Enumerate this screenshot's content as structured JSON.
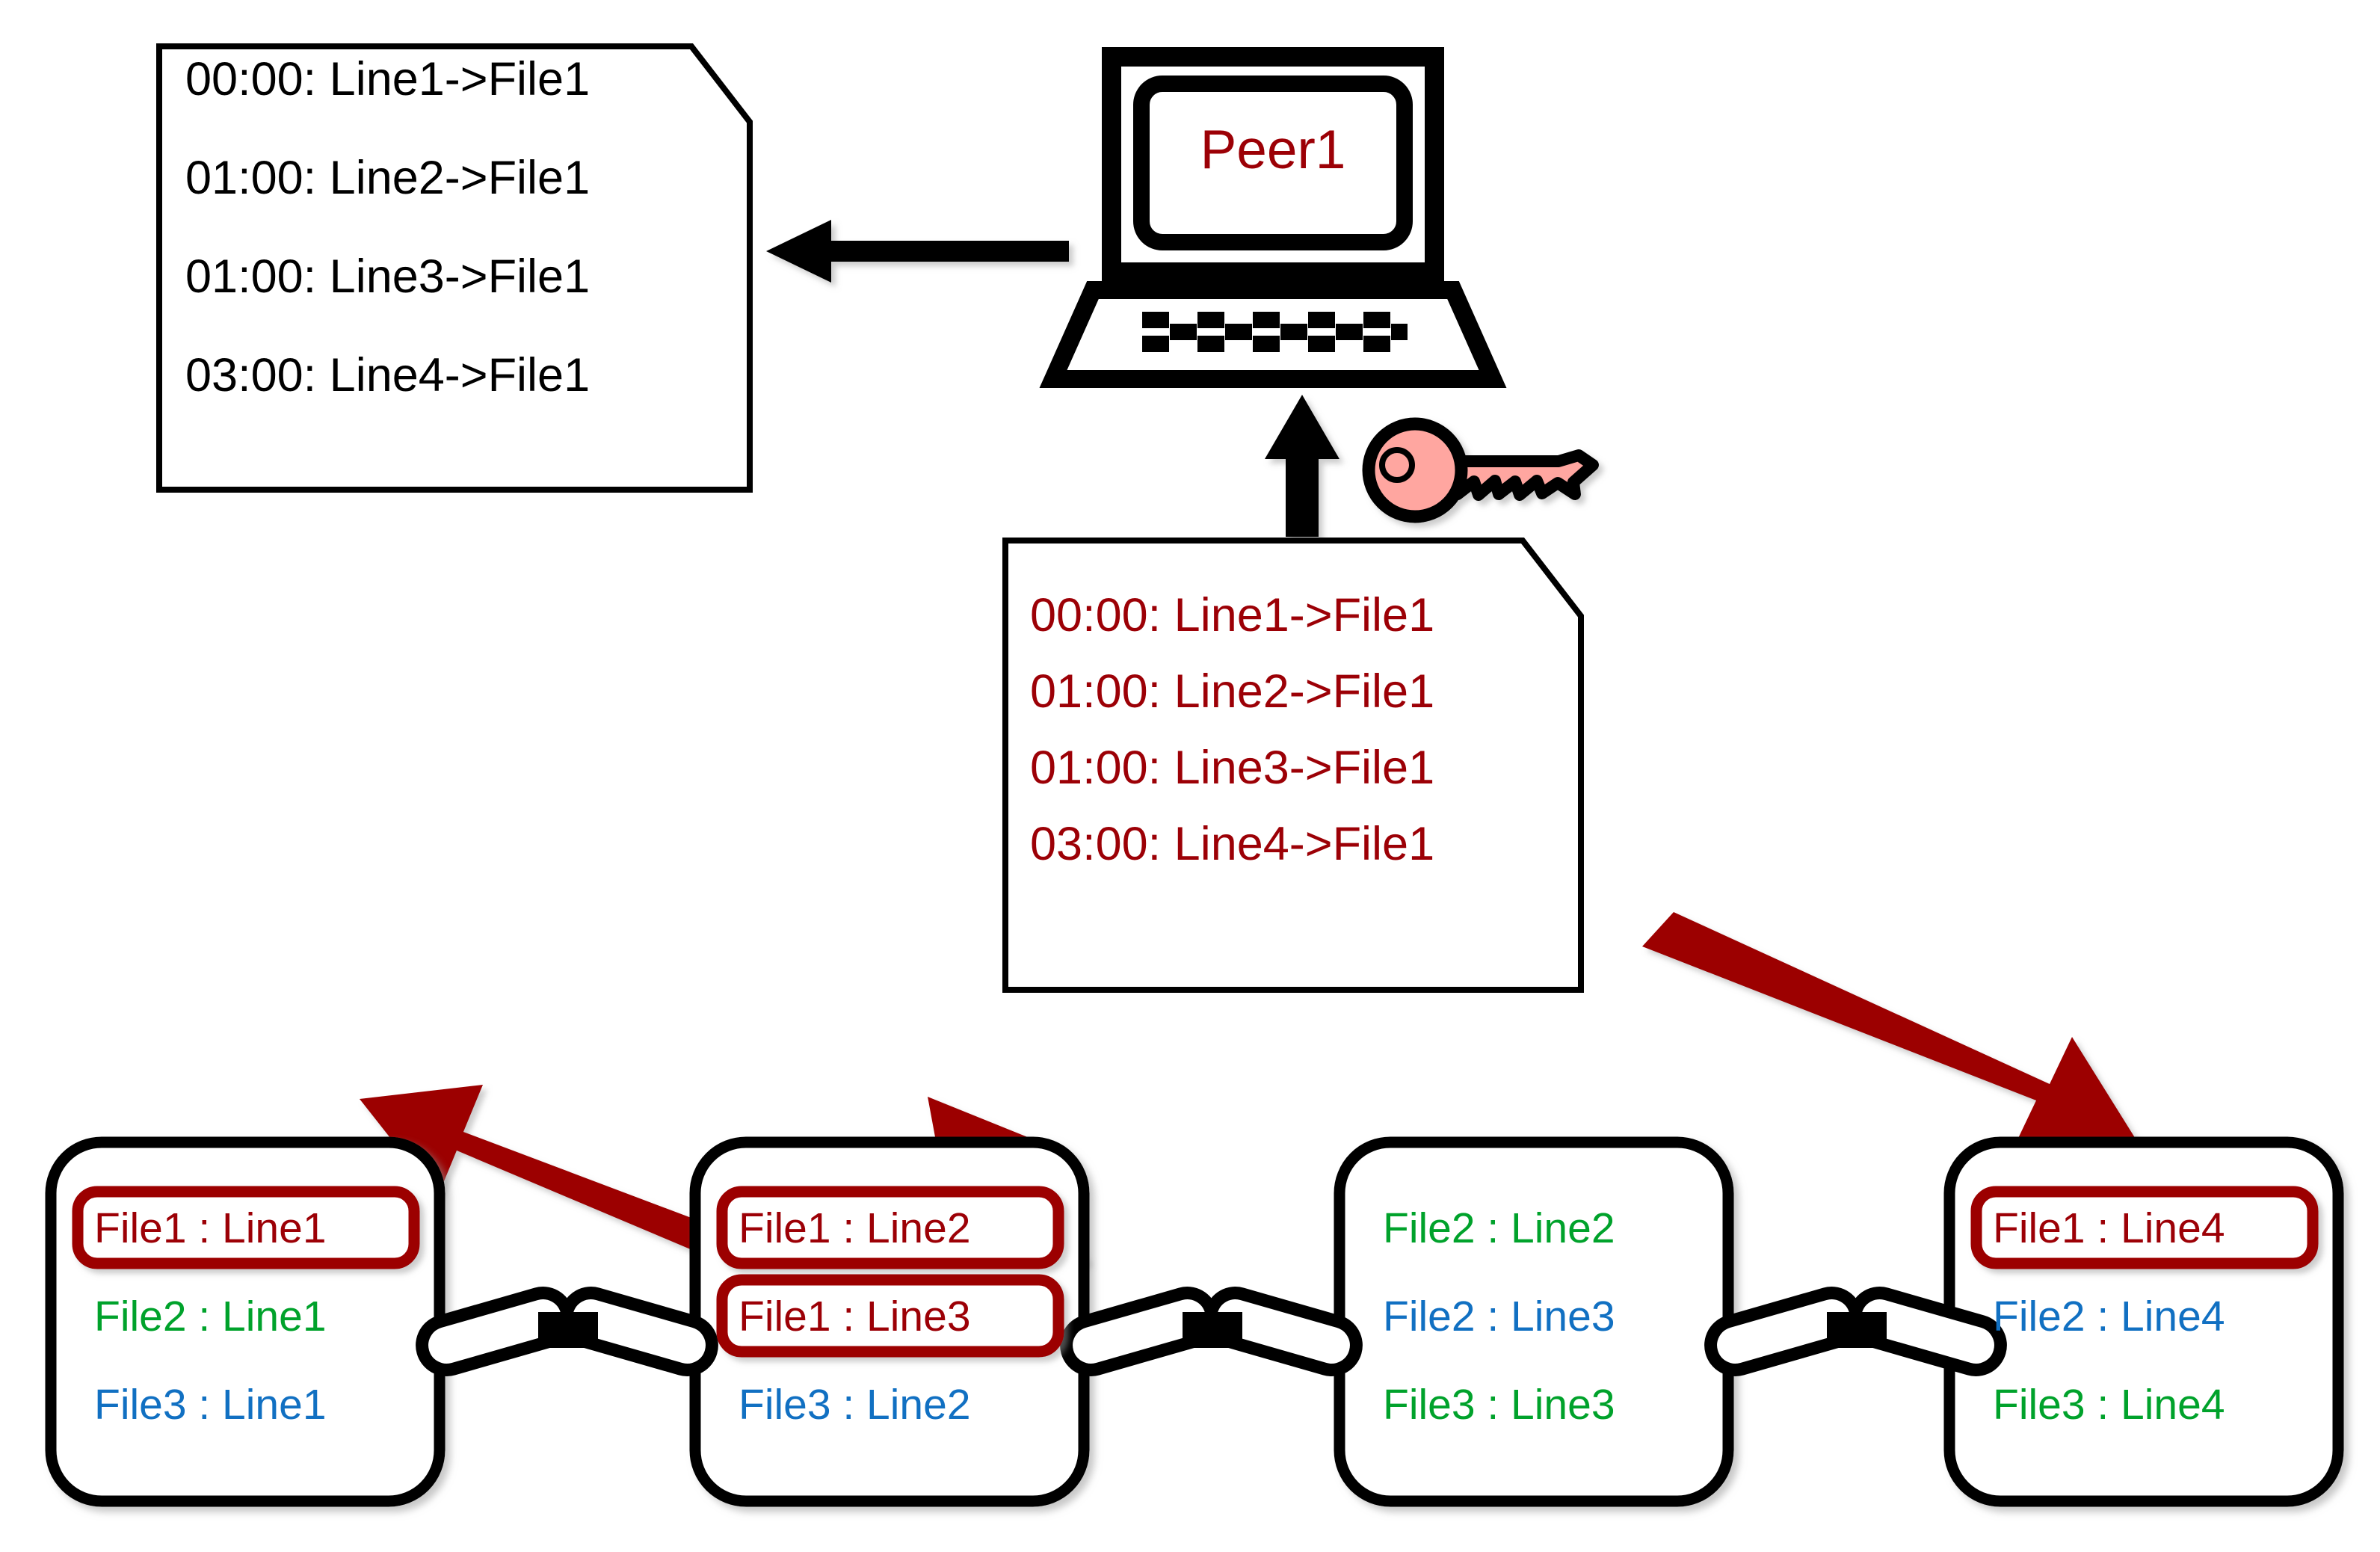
{
  "diagram": {
    "title_text": "Peer1",
    "colors": {
      "red": "#9C0006",
      "green": "#00A22B",
      "blue": "#1170C2",
      "black": "#000000",
      "key_fill": "#FFA6A0",
      "arrow_red": "#9C0006"
    }
  },
  "plaintext_log": {
    "name": "plaintext-log-document",
    "lines": [
      "00:00: Line1->File1",
      "01:00: Line2->File1",
      "01:00: Line3->File1",
      "03:00: Line4->File1"
    ]
  },
  "encrypted_log": {
    "name": "decrypted-log-document",
    "lines": [
      "00:00: Line1->File1",
      "01:00: Line2->File1",
      "01:00: Line3->File1",
      "03:00: Line4->File1"
    ]
  },
  "peer": {
    "label": "Peer1"
  },
  "blockchain": {
    "blocks": [
      {
        "name": "block-1",
        "entries": [
          {
            "text": "File1 : Line1",
            "color": "red",
            "highlighted": true
          },
          {
            "text": "File2 : Line1",
            "color": "green",
            "highlighted": false
          },
          {
            "text": "File3 : Line1",
            "color": "blue",
            "highlighted": false
          }
        ]
      },
      {
        "name": "block-2",
        "entries": [
          {
            "text": "File1 : Line2",
            "color": "red",
            "highlighted": true
          },
          {
            "text": "File1 : Line3",
            "color": "red",
            "highlighted": true
          },
          {
            "text": "File3 : Line2",
            "color": "blue",
            "highlighted": false
          }
        ]
      },
      {
        "name": "block-3",
        "entries": [
          {
            "text": "File2 : Line2",
            "color": "green",
            "highlighted": false
          },
          {
            "text": "File2 : Line3",
            "color": "blue",
            "highlighted": false
          },
          {
            "text": "File3 : Line3",
            "color": "green",
            "highlighted": false
          }
        ]
      },
      {
        "name": "block-4",
        "entries": [
          {
            "text": "File1 : Line4",
            "color": "red",
            "highlighted": true
          },
          {
            "text": "File2 : Line4",
            "color": "blue",
            "highlighted": false
          },
          {
            "text": "File3 : Line4",
            "color": "green",
            "highlighted": false
          }
        ]
      }
    ]
  },
  "icons": {
    "key": "key-icon",
    "computer": "computer-icon",
    "chain_link": "chain-link-icon",
    "arrow_left": "arrow-left-icon",
    "arrow_up": "arrow-up-icon",
    "arrow_diagonal": "arrow-diagonal-icon"
  }
}
